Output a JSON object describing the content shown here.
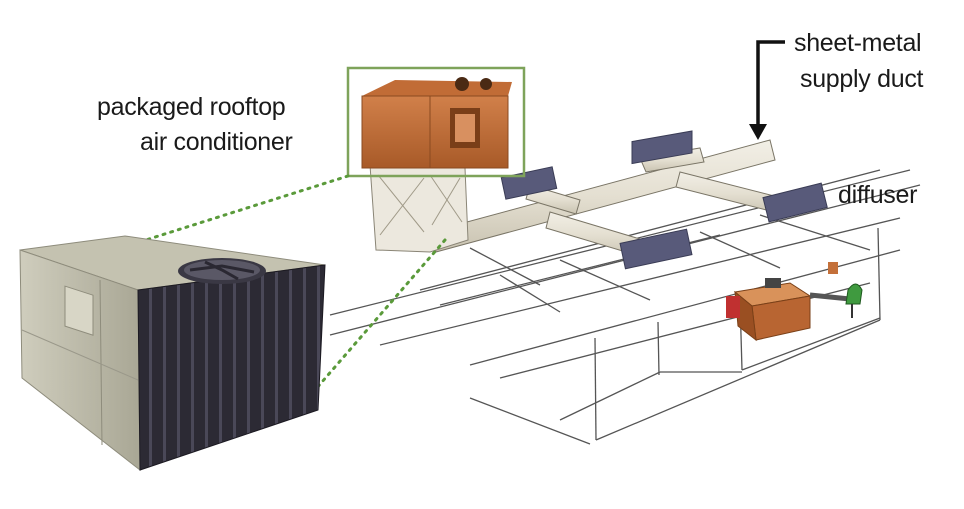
{
  "labels": {
    "rooftop_line1": "packaged rooftop",
    "rooftop_line2": "air conditioner",
    "duct_line1": "sheet-metal",
    "duct_line2": "supply duct",
    "diffuser": "diffuser"
  },
  "colors": {
    "highlight_box": "#7ea35a",
    "leader_dots": "#5a9a3a",
    "unit_housing": "#b8b6a4",
    "unit_panel_dark": "#2c2a34",
    "rooftop_box": "#c8743c",
    "duct": "#e8e4d8",
    "diffuser": "#585a7a",
    "line_art": "#555555",
    "chair": "#3f9a3f",
    "desk": "#c4703a"
  },
  "icons": {
    "rooftop_unit": "packaged-rooftop-unit-illustration",
    "fan": "condenser-fan-icon",
    "arrow": "arrow-down-icon"
  }
}
